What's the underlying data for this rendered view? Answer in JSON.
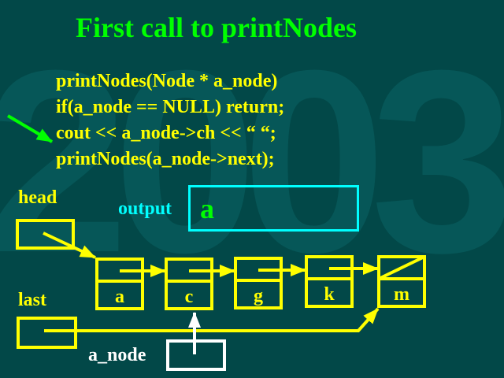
{
  "background_watermark": "2003",
  "title": "First call to printNodes",
  "code_lines": [
    "printNodes(Node * a_node)",
    "if(a_node == NULL) return;",
    "cout << a_node->ch << “ “;",
    "printNodes(a_node->next);"
  ],
  "current_line_index": 2,
  "labels": {
    "head": "head",
    "last": "last",
    "output": "output",
    "a_node": "a_node"
  },
  "output_value": "a",
  "nodes": [
    {
      "ch": "a",
      "next": "c"
    },
    {
      "ch": "c",
      "next": "g"
    },
    {
      "ch": "g",
      "next": "k"
    },
    {
      "ch": "k",
      "next": "m"
    },
    {
      "ch": "m",
      "next": null
    }
  ],
  "pointers": {
    "head": "a",
    "last": "m",
    "a_node": "c"
  },
  "colors": {
    "background": "#024848",
    "title": "#00ff00",
    "code": "#ffff00",
    "output_label": "#00ffff",
    "a_node": "#ffffff"
  }
}
